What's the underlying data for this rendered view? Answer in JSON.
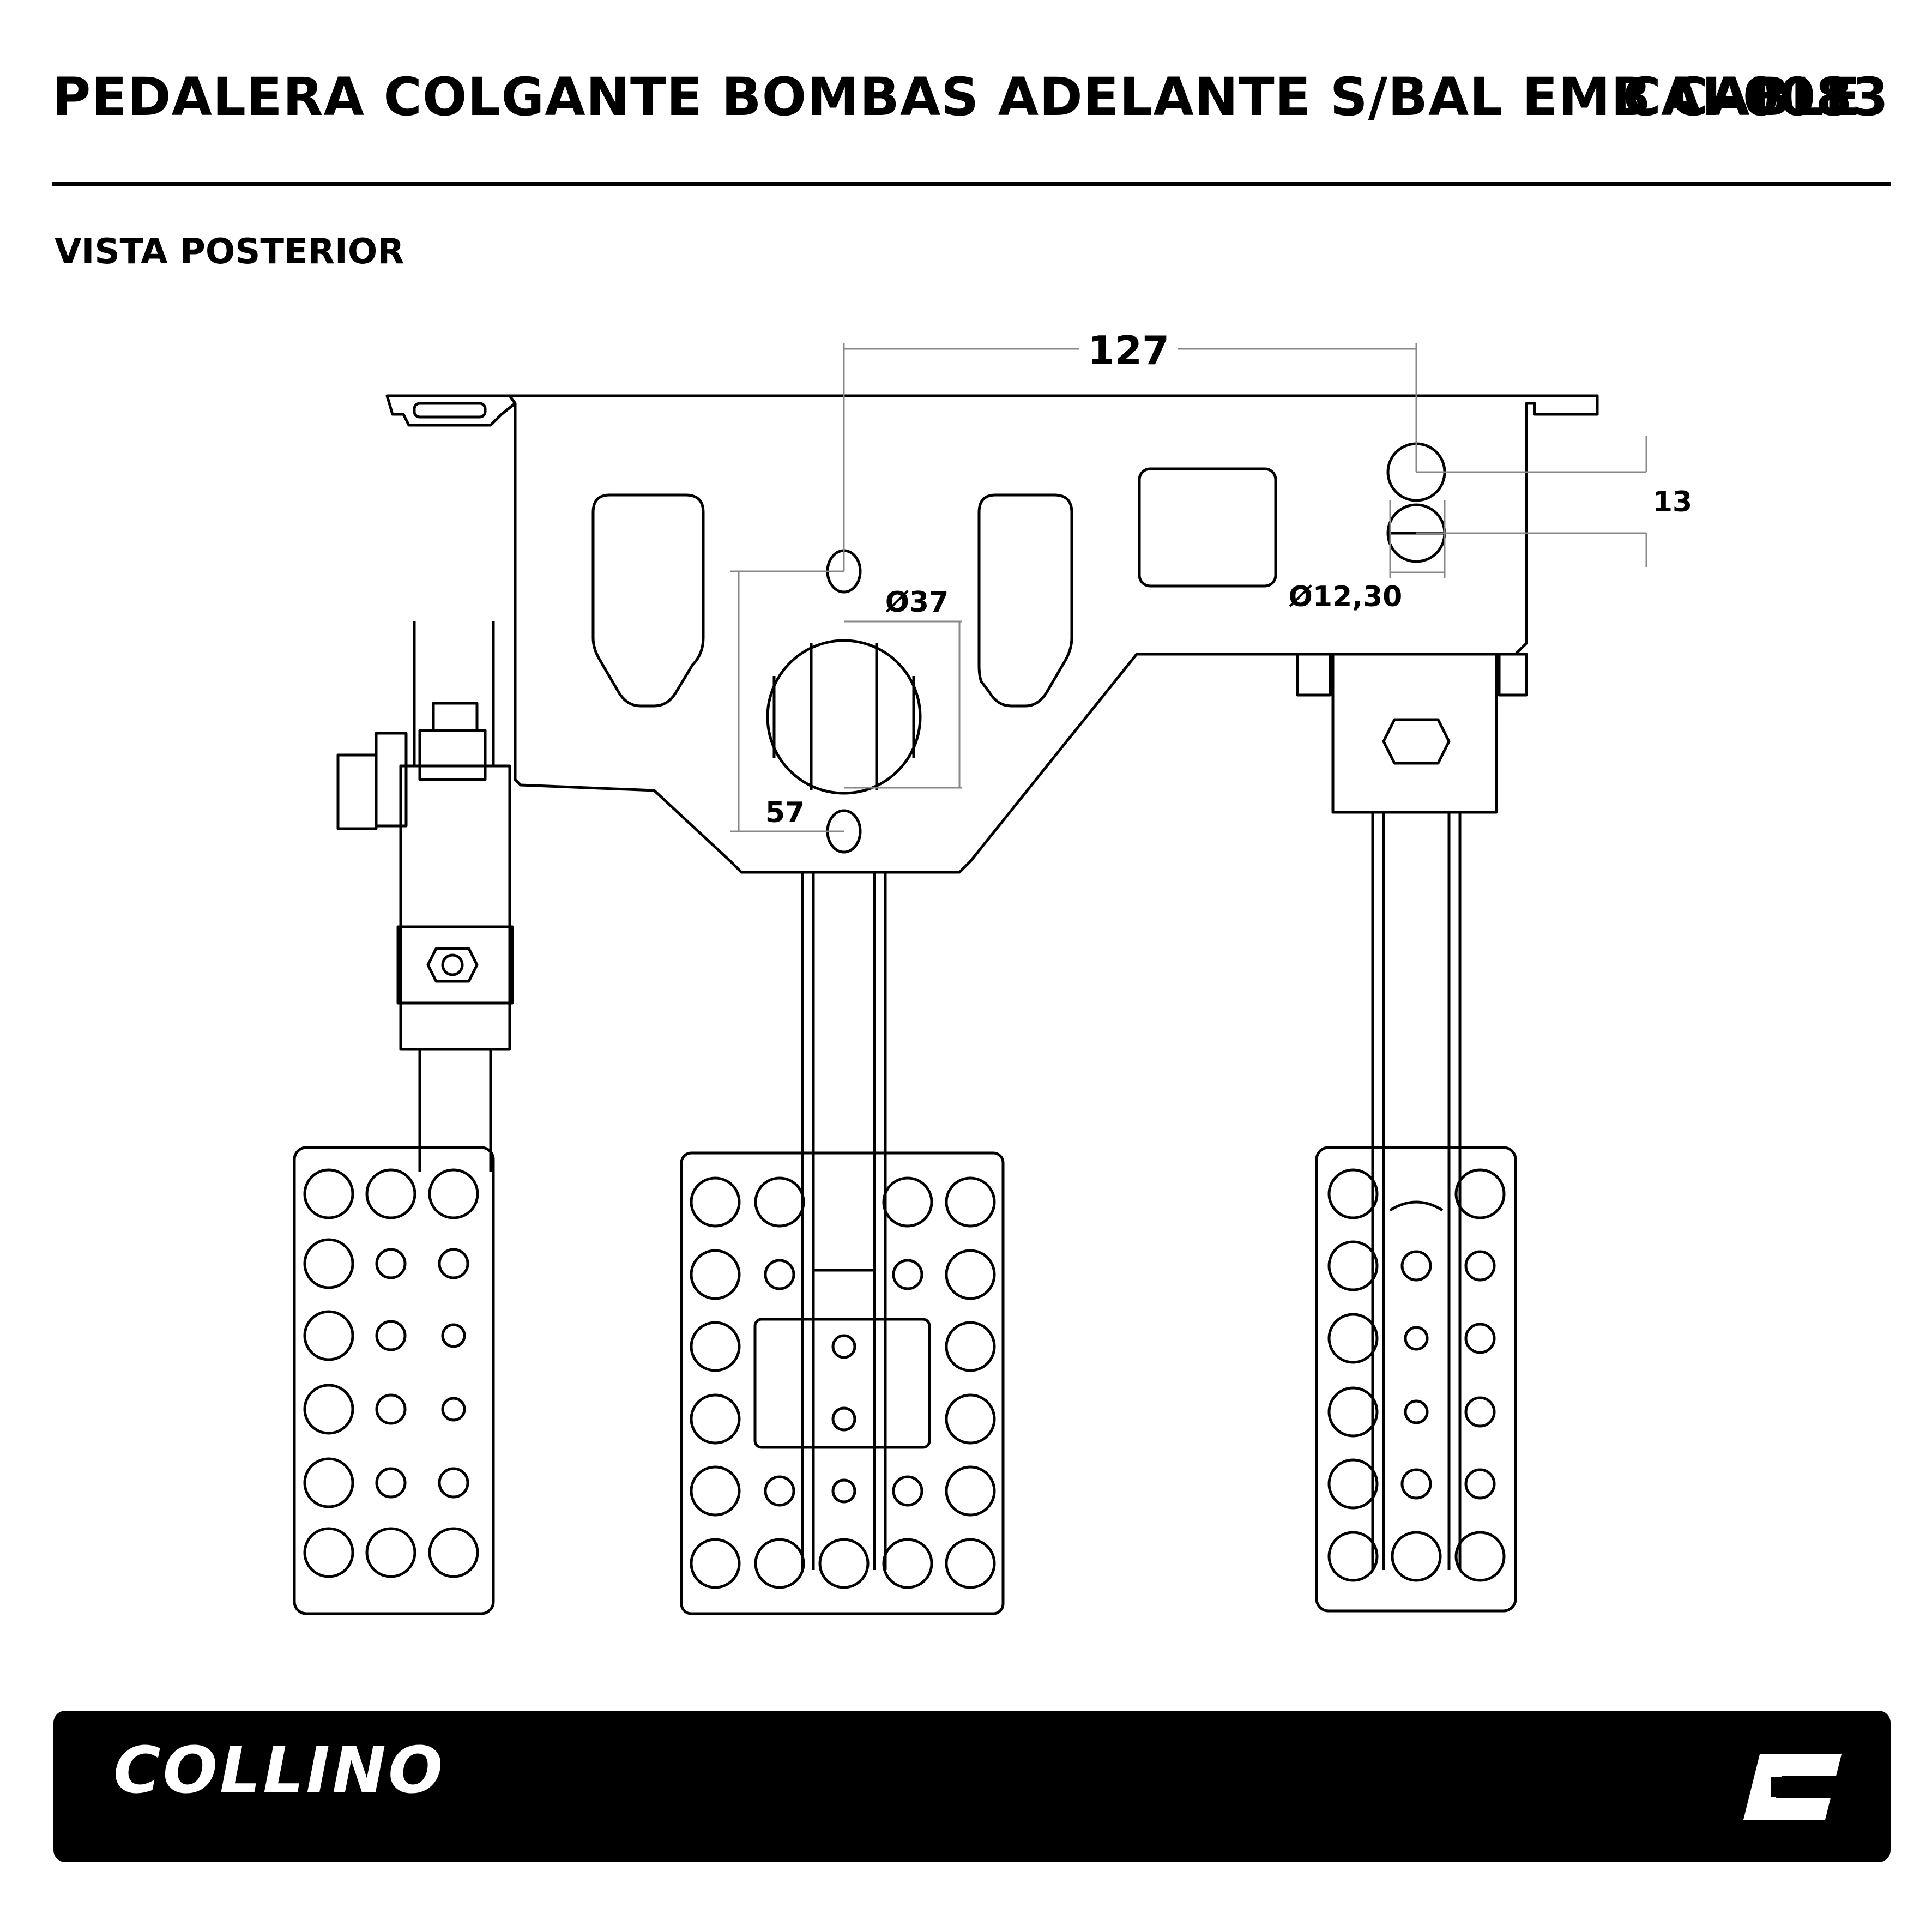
{
  "header": {
    "title": "PEDALERA COLGANTE BOMBAS ADELANTE S/BAL EMB CABLE",
    "code": "CAI-0083"
  },
  "view_label": "VISTA POSTERIOR",
  "dimensions": {
    "width_127": "127",
    "height_13": "13",
    "dia_37": "Ø37",
    "dia_12_30": "Ø12,30",
    "height_57": "57"
  },
  "footer": {
    "brand": "COLLINO",
    "logo_mark": "collino-c-logo"
  }
}
